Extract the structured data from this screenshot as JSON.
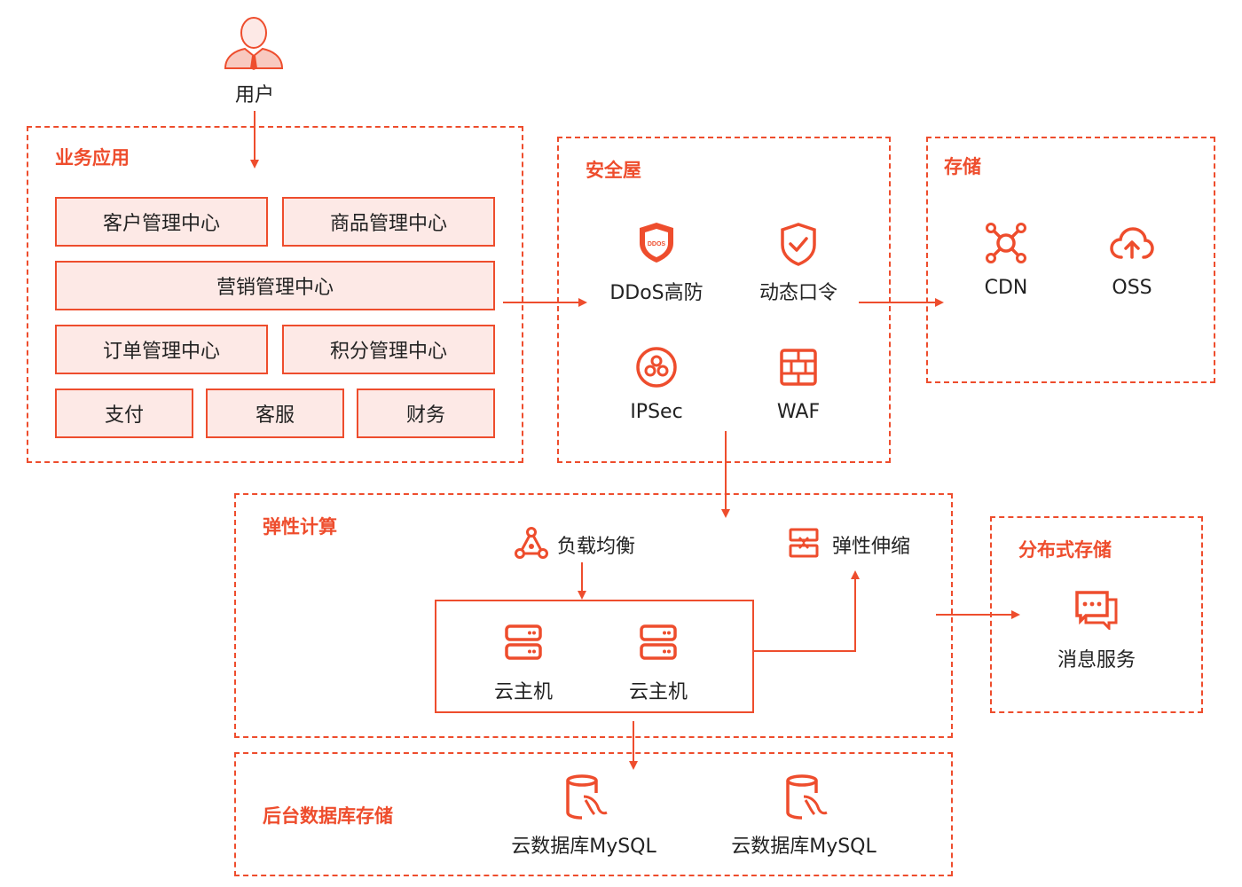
{
  "user": {
    "label": "用户"
  },
  "business": {
    "title": "业务应用",
    "modules": [
      "客户管理中心",
      "商品管理中心",
      "营销管理中心",
      "订单管理中心",
      "积分管理中心",
      "支付",
      "客服",
      "财务"
    ]
  },
  "security": {
    "title": "安全屋",
    "items": [
      {
        "label": "DDoS高防",
        "icon": "ddos-shield-icon",
        "badge": "DDOS"
      },
      {
        "label": "动态口令",
        "icon": "shield-check-icon"
      },
      {
        "label": "IPSec",
        "icon": "ipsec-circle-icon"
      },
      {
        "label": "WAF",
        "icon": "firewall-icon"
      }
    ]
  },
  "storage": {
    "title": "存储",
    "items": [
      {
        "label": "CDN",
        "icon": "cdn-network-icon"
      },
      {
        "label": "OSS",
        "icon": "cloud-upload-icon"
      }
    ]
  },
  "compute": {
    "title": "弹性计算",
    "load_balancer": {
      "label": "负载均衡",
      "icon": "load-balancer-icon"
    },
    "autoscale": {
      "label": "弹性伸缩",
      "icon": "autoscale-icon"
    },
    "hosts": [
      {
        "label": "云主机",
        "icon": "server-icon"
      },
      {
        "label": "云主机",
        "icon": "server-icon"
      }
    ]
  },
  "distributed": {
    "title": "分布式存储",
    "item": {
      "label": "消息服务",
      "icon": "message-icon"
    }
  },
  "database": {
    "title": "后台数据库存储",
    "items": [
      {
        "label": "云数据库MySQL",
        "icon": "mysql-db-icon"
      },
      {
        "label": "云数据库MySQL",
        "icon": "mysql-db-icon"
      }
    ]
  },
  "colors": {
    "accent": "#ee4d2d",
    "fill": "#fde9e6",
    "text": "#222222"
  }
}
